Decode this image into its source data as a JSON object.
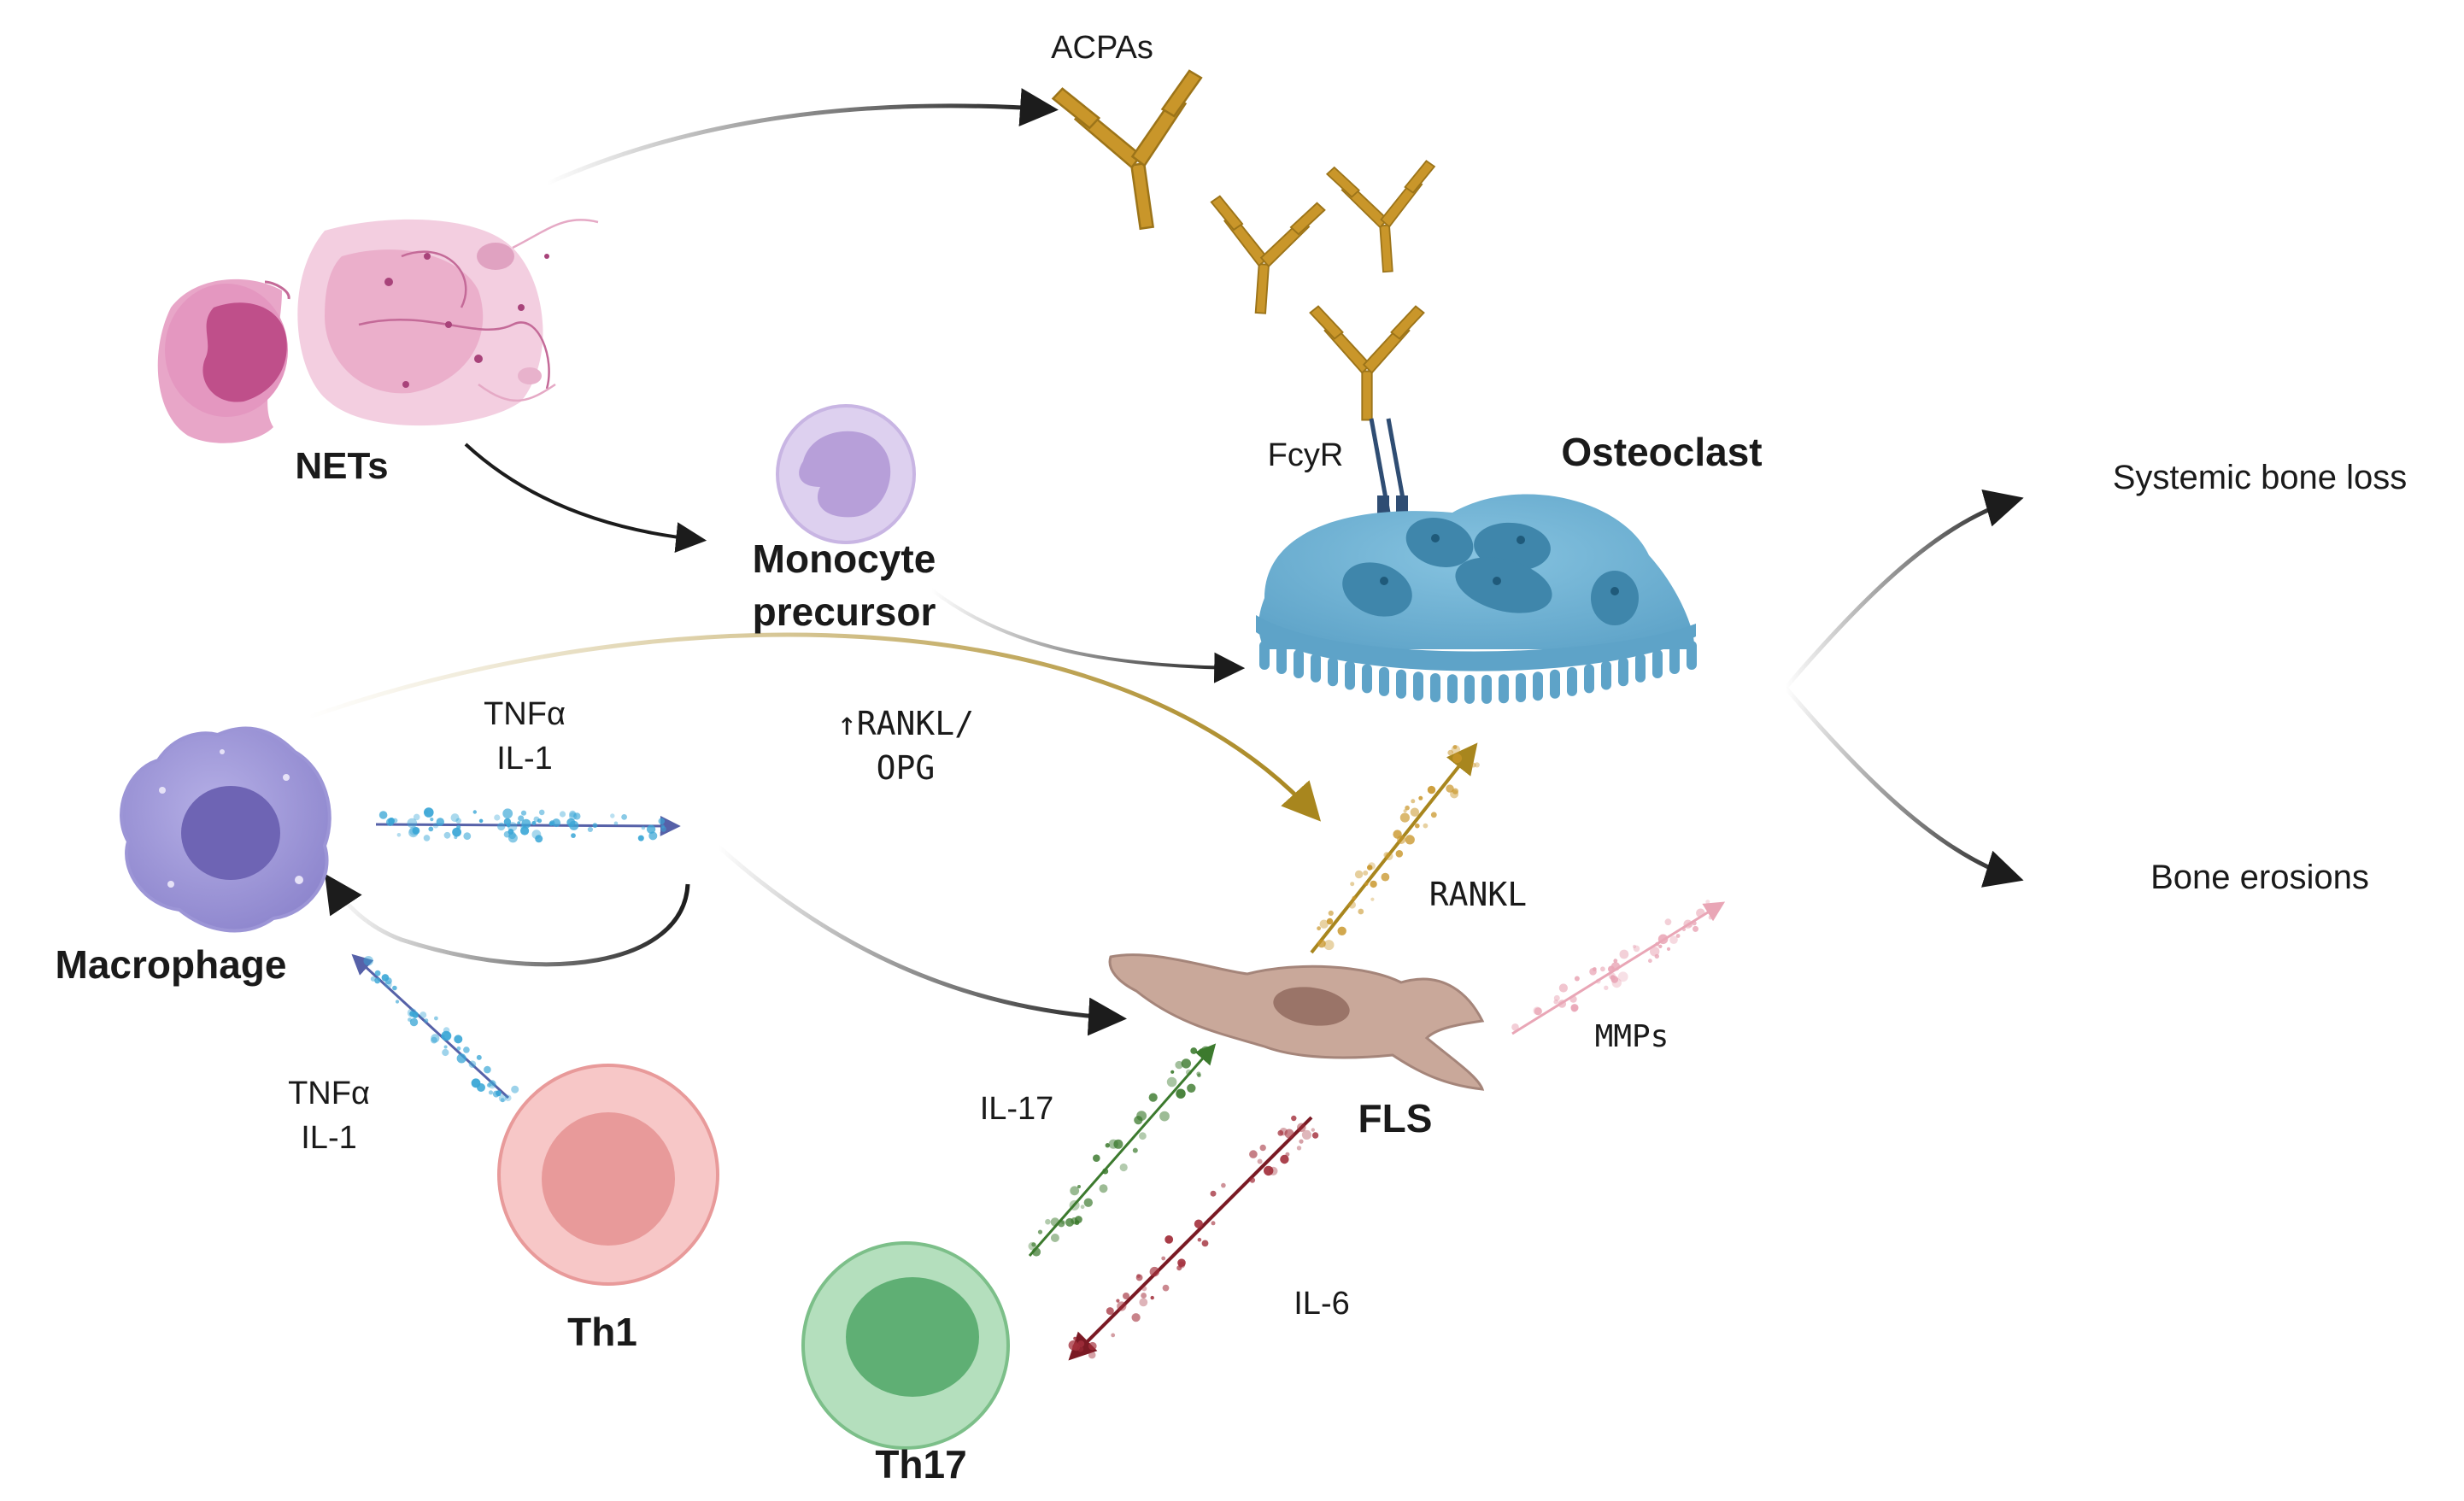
{
  "labels": {
    "acpas": "ACPAs",
    "nets": "NETs",
    "monocyte_line1": "Monocyte",
    "monocyte_line2": "precursor",
    "fcyr": "FcyR",
    "osteoclast": "Osteoclast",
    "systemic_bone_loss": "Systemic bone loss",
    "bone_erosions": "Bone erosions",
    "tnfa_top": "TNFα",
    "il1_top": "IL-1",
    "rankl_opg_line1": "↑RANKL/",
    "rankl_opg_line2": "OPG",
    "rankl": "RANKL",
    "macrophage": "Macrophage",
    "mmps": "MMPs",
    "tnfa_bottom": "TNFα",
    "il1_bottom": "IL-1",
    "il17": "IL-17",
    "fls": "FLS",
    "th1": "Th1",
    "il6": "IL-6",
    "th17": "Th17"
  },
  "colors": {
    "antibody": "#c9962a",
    "nets_pink": "#d978a8",
    "monocyte": "#b79fd9",
    "osteoclast": "#6aaed0",
    "macrophage": "#8f87cf",
    "fls": "#c9a89a",
    "th1": "#f0a7a7",
    "th17": "#8fcf9c",
    "gold_arrow": "#a8861e",
    "blue_arrow": "#5661a8",
    "green_arrow": "#3c7a2e",
    "darkred_arrow": "#7a1a24",
    "pink_arrow": "#e9a6b6",
    "black_arrow": "#1c1c1c"
  }
}
